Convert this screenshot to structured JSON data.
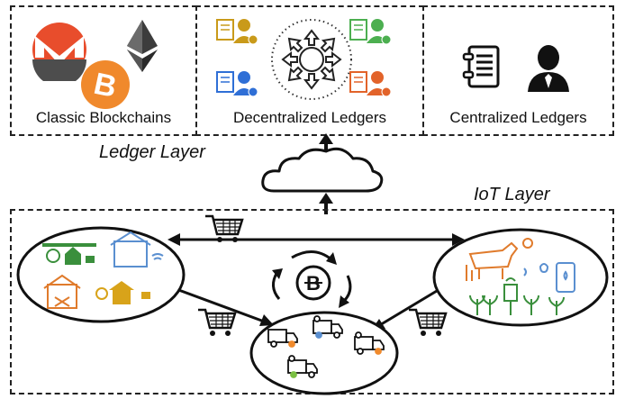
{
  "ledger_panels": [
    {
      "label": "Classic Blockchains"
    },
    {
      "label": "Decentralized Ledgers"
    },
    {
      "label": "Centralized Ledgers"
    }
  ],
  "layers": {
    "ledger": "Ledger Layer",
    "iot": "IoT Layer"
  },
  "colors": {
    "monero": "#e84d2c",
    "bitcoin": "#f0892c",
    "ethereum": "#3c3c3c",
    "farm_green": "#3a8f3c",
    "farm_orange": "#e07b2c",
    "farm_blue": "#5a8fd0",
    "farm_yellow": "#d8a31a",
    "user_gold": "#c99a1a",
    "user_blue": "#2f6fd6",
    "user_green": "#4caf50",
    "user_orange": "#e2632a",
    "truck_blue": "#5a8fd0",
    "truck_green": "#7bc043",
    "truck_orange": "#f08a2c"
  },
  "icons": [
    "monero-icon",
    "ethereum-icon",
    "bitcoin-icon",
    "ledger-book-icon",
    "user-icon",
    "cloud-icon",
    "cart-icon",
    "recycle-bitcoin-icon",
    "truck-icon",
    "farm-icon",
    "cow-icon"
  ]
}
